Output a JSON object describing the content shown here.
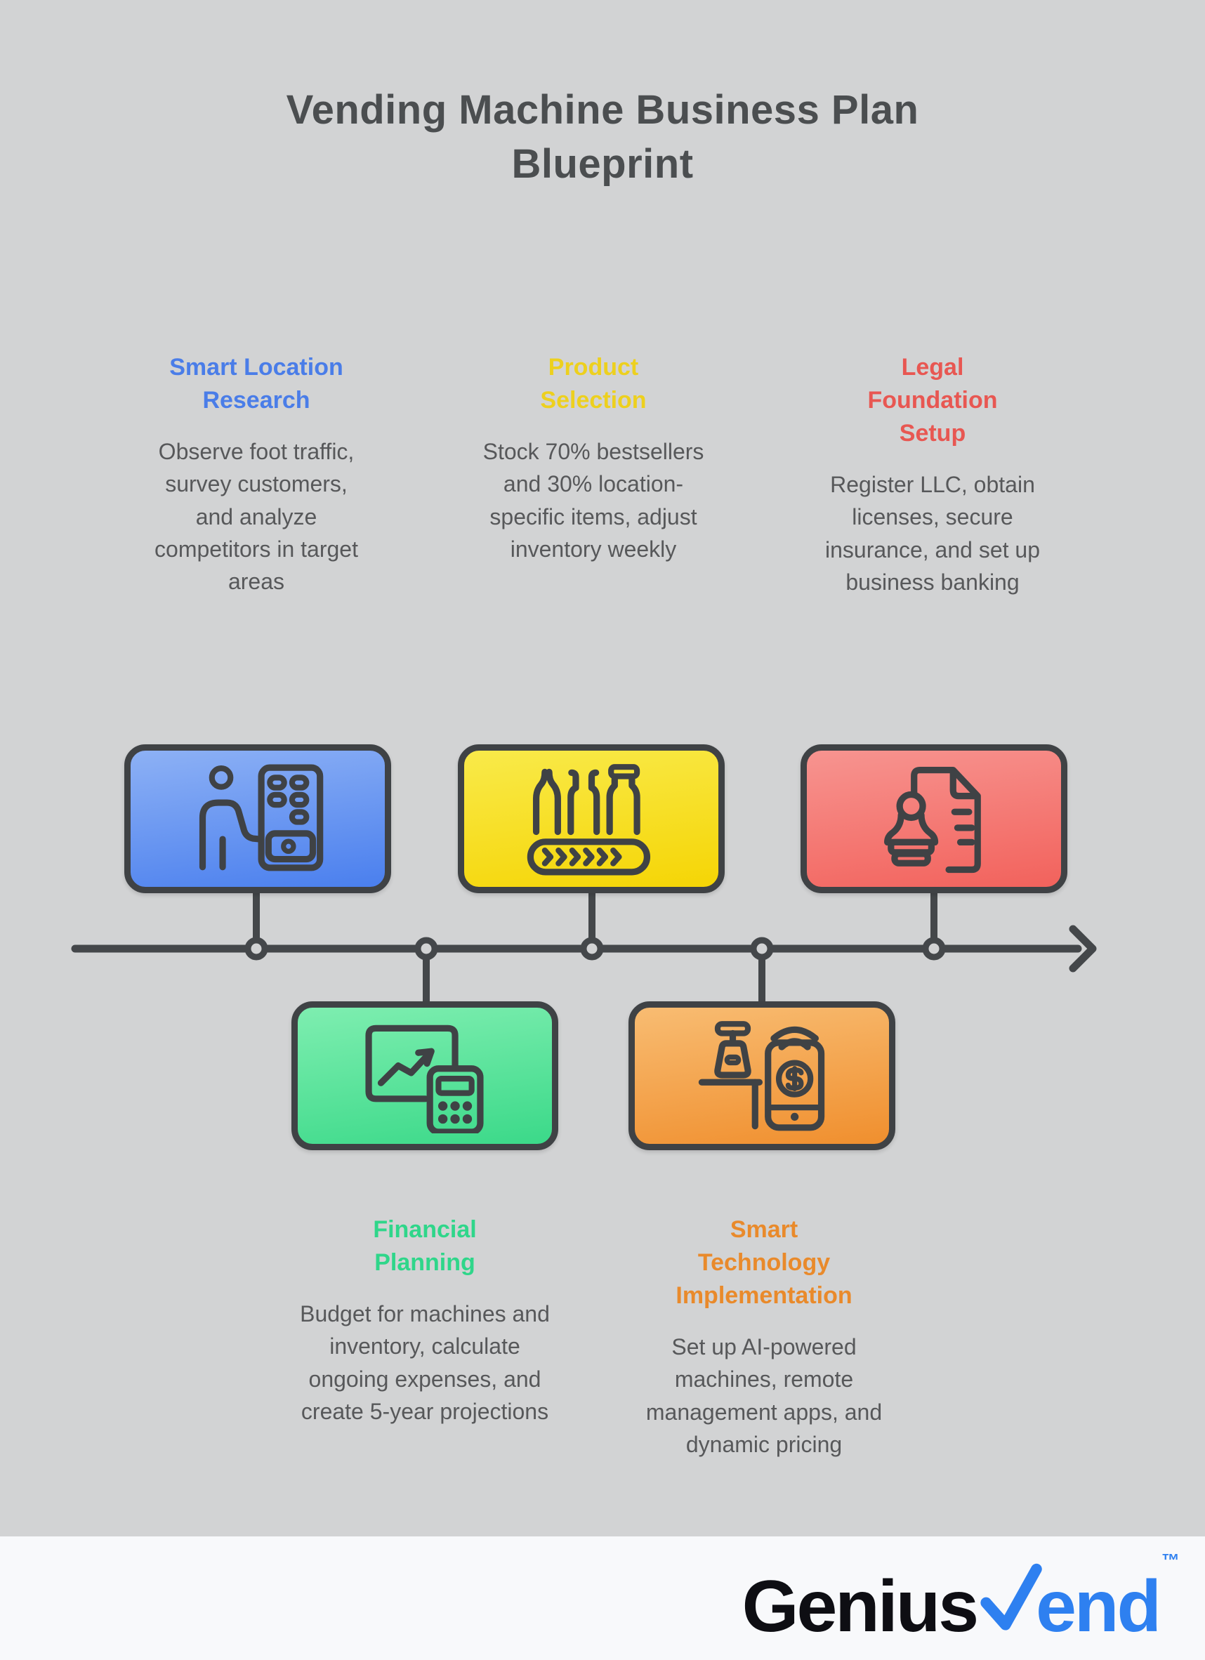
{
  "title": {
    "line1": "Vending Machine Business Plan",
    "line2": "Blueprint"
  },
  "steps": [
    {
      "label": "Smart Location Research",
      "description": "Observe foot traffic, survey customers, and analyze competitors in target areas",
      "heading_color": "#4a7de8",
      "gradient_top": "#8db1f5",
      "gradient_bottom": "#4a7fee",
      "icon": "person-vending-machine-icon",
      "row": "top"
    },
    {
      "label": "Product Selection",
      "description": "Stock 70% bestsellers and 30% location-specific items, adjust inventory weekly",
      "heading_color": "#edd01e",
      "gradient_top": "#f9ea4a",
      "gradient_bottom": "#f5d505",
      "icon": "bottles-conveyor-icon",
      "row": "top"
    },
    {
      "label": "Legal Foundation Setup",
      "description": "Register LLC, obtain licenses, secure insurance, and set up business banking",
      "heading_color": "#e85752",
      "gradient_top": "#f79490",
      "gradient_bottom": "#f2625c",
      "icon": "document-stamp-icon",
      "row": "top"
    },
    {
      "label": "Financial Planning",
      "description": "Budget for machines and inventory, calculate ongoing expenses, and create 5-year projections",
      "heading_color": "#2fd68a",
      "gradient_top": "#7eeeb0",
      "gradient_bottom": "#3bd989",
      "icon": "chart-calculator-icon",
      "row": "bottom"
    },
    {
      "label": "Smart Technology Implementation",
      "description": "Set up AI-powered machines, remote management apps, and dynamic pricing",
      "heading_color": "#e98a2b",
      "gradient_top": "#f8bc72",
      "gradient_bottom": "#f08f2e",
      "icon": "cash-register-phone-icon",
      "row": "bottom"
    }
  ],
  "timeline": {
    "points": 5,
    "direction": "left-to-right",
    "color": "#44474a"
  },
  "logo": {
    "prefix": "Genius",
    "suffix": "end",
    "trademark": "™",
    "check_icon": "check-icon",
    "prefix_color": "#0e0e13",
    "accent_color": "#2e80f0"
  },
  "colors": {
    "background": "#d2d3d4",
    "footer_background": "#f8f9fb",
    "title_text": "#4b4e50",
    "body_text": "#57585a",
    "outline": "#3f4245"
  }
}
